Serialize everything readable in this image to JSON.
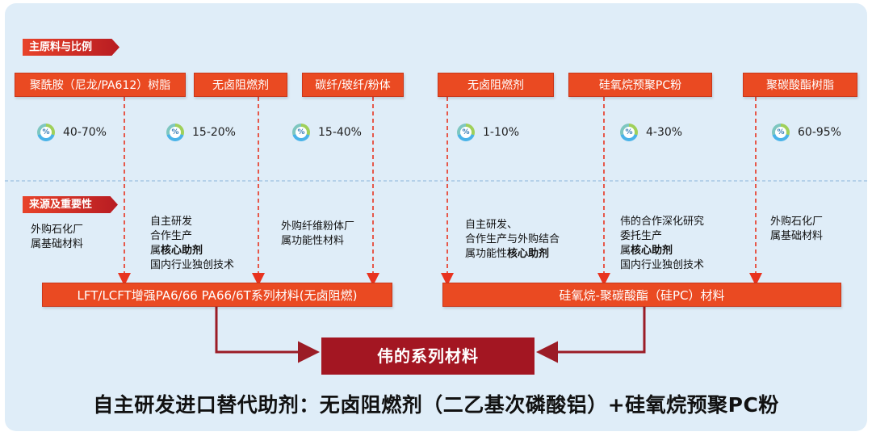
{
  "labels": {
    "main_materials": "主原料与比例",
    "source_importance": "来源及重要性"
  },
  "materials": [
    {
      "name": "聚酰胺（尼龙/PA612）树脂",
      "ratio": "40-70%",
      "source": [
        "外购石化厂",
        "属基础材料"
      ]
    },
    {
      "name": "无卤阻燃剂",
      "ratio": "15-20%",
      "source": [
        "自主研发",
        "合作生产",
        "属核心助剂",
        "国内行业独创技术"
      ]
    },
    {
      "name": "碳纤/玻纤/粉体",
      "ratio": "15-40%",
      "source": [
        "外购纤维粉体厂",
        "属功能性材料"
      ]
    },
    {
      "name": "无卤阻燃剂",
      "ratio": "1-10%",
      "source": [
        "自主研发、",
        "合作生产与外购结合",
        "属功能性核心助剂"
      ]
    },
    {
      "name": "硅氧烷预聚PC粉",
      "ratio": "4-30%",
      "source": [
        "伟的合作深化研究",
        "委托生产",
        "属核心助剂",
        "国内行业独创技术"
      ]
    },
    {
      "name": "聚碳酸酯树脂",
      "ratio": "60-95%",
      "source": [
        "外购石化厂",
        "属基础材料"
      ]
    }
  ],
  "products": {
    "left": "LFT/LCFT增强PA6/66  PA66/6T系列材料(无卤阻燃)",
    "right": "硅氧烷-聚碳酸酯（硅PC）材料"
  },
  "result": "伟的系列材料",
  "headline": "自主研发进口替代助剂：无卤阻燃剂（二乙基次磷酸铝）+硅氧烷预聚PC粉",
  "colors": {
    "accent": "#ea4a22",
    "result_bg": "#a31622",
    "arrow": "#e8331f",
    "connector": "#9b1c26",
    "background": "#dfedf8"
  }
}
